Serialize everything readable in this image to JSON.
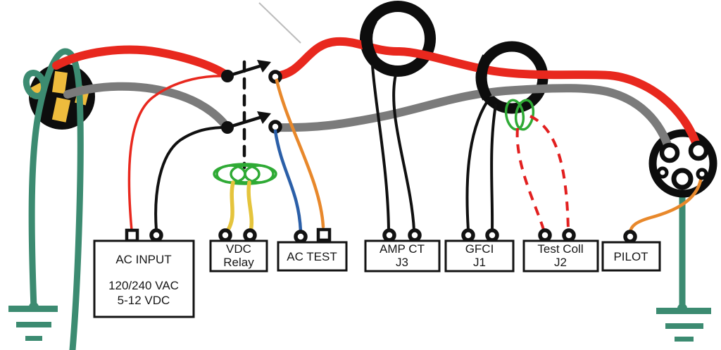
{
  "boxes": {
    "ac_input": {
      "title": "AC INPUT",
      "line2": "120/240 VAC",
      "line3": "5-12 VDC"
    },
    "vdc_relay": {
      "line1": "VDC",
      "line2": "Relay"
    },
    "ac_test": {
      "line1": "AC TEST"
    },
    "amp_ct": {
      "line1": "AMP CT",
      "line2": "J3"
    },
    "gfci": {
      "line1": "GFCI",
      "line2": "J1"
    },
    "test_coil": {
      "line1": "Test Coll",
      "line2": "J2"
    },
    "pilot": {
      "line1": "PILOT"
    }
  },
  "icons": {
    "plug": "nema-power-plug-icon",
    "connector": "j1772-ev-connector-icon",
    "ground_left": "earth-ground-icon",
    "ground_right": "earth-ground-icon",
    "ct_ring_amp": "current-transformer-ring-icon",
    "ct_ring_gfci": "current-transformer-ring-icon",
    "relay_contacts": "relay-contact-switch-icon",
    "relay_coil": "relay-coil-icon",
    "test_coil_winding": "test-coil-winding-icon"
  },
  "colors": {
    "hot_wire_red": "#e8281e",
    "neutral_wire_gray": "#7b7b7b",
    "ground_wire_green": "#3c8b71",
    "coil_green": "#2faa35",
    "relay_coil_yellow": "#e5c43c",
    "ac_test_blue": "#2b5fa8",
    "pilot_orange": "#e8882b",
    "test_wire_dashed_red": "#e21f1f",
    "component_black": "#0d0d0d"
  }
}
